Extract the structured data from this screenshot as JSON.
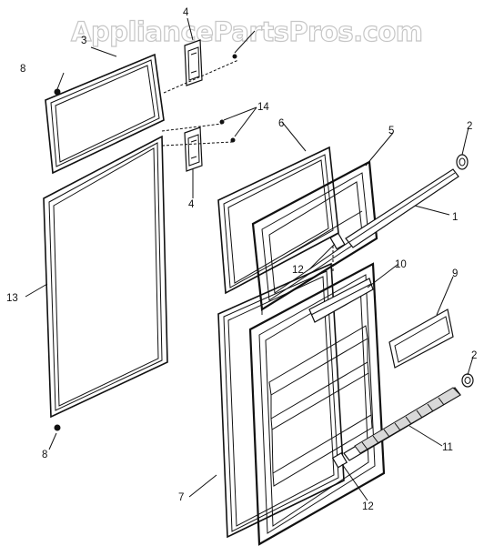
{
  "watermark": "AppliancePartsPros.com",
  "callouts": {
    "c1": "1",
    "c2a": "2",
    "c2b": "2",
    "c4a": "4",
    "c4b": "4",
    "c5": "5",
    "c6": "6",
    "c7": "7",
    "c8a": "8",
    "c8b": "8",
    "c9": "9",
    "c10": "10",
    "c11": "11",
    "c12a": "12",
    "c12b": "12",
    "c13": "13",
    "c14": "14",
    "c3": "3"
  }
}
